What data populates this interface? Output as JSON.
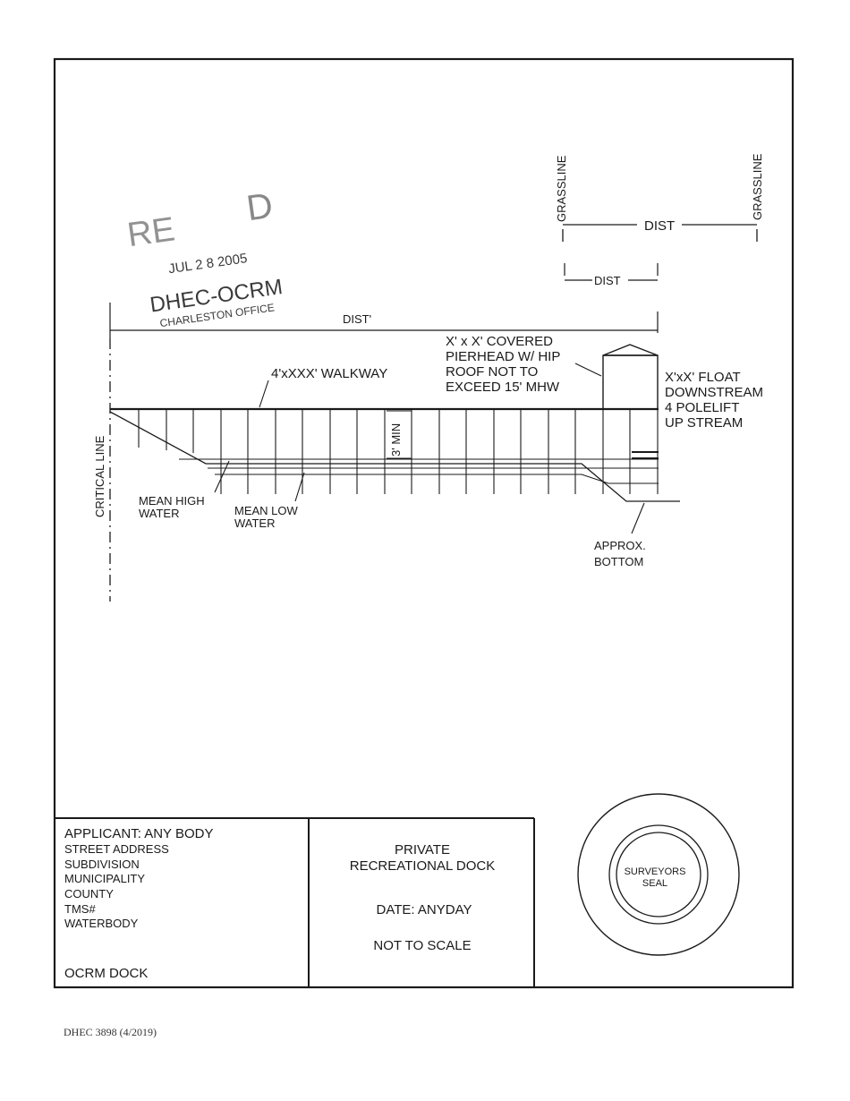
{
  "stamp": {
    "received": "RE",
    "date": "JUL 2 8 2005",
    "agency": "DHEC-OCRM",
    "office": "CHARLESTON OFFICE"
  },
  "labels": {
    "grassline_left": "GRASSLINE",
    "grassline_right": "GRASSLINE",
    "dist_upper": "DIST",
    "dist_lower": "DIST",
    "dist_main": "DIST'",
    "pierhead_1": "X' x X' COVERED",
    "pierhead_2": "PIERHEAD W/ HIP",
    "pierhead_3": "ROOF NOT TO",
    "pierhead_4": "EXCEED 15' MHW",
    "walkway": "4'xXXX' WALKWAY",
    "float_1": "X'xX' FLOAT",
    "float_2": "DOWNSTREAM",
    "float_3": "4 POLELIFT",
    "float_4": "UP STREAM",
    "min_clearance": "3' MIN",
    "critical_line": "CRITICAL LINE",
    "mhw_1": "MEAN HIGH",
    "mhw_2": "WATER",
    "mlw_1": "MEAN LOW",
    "mlw_2": "WATER",
    "bottom_1": "APPROX.",
    "bottom_2": "BOTTOM"
  },
  "title_block": {
    "applicant_lines": [
      "APPLICANT: ANY BODY",
      "STREET ADDRESS",
      "SUBDIVISION",
      "MUNICIPALITY",
      "COUNTY",
      "TMS#",
      "WATERBODY"
    ],
    "dock_label": "OCRM DOCK",
    "title_1": "PRIVATE",
    "title_2": "RECREATIONAL DOCK",
    "date": "DATE: ANYDAY",
    "scale": "NOT TO SCALE",
    "seal_1": "SURVEYORS",
    "seal_2": "SEAL"
  },
  "form_number": "DHEC 3898 (4/2019)"
}
